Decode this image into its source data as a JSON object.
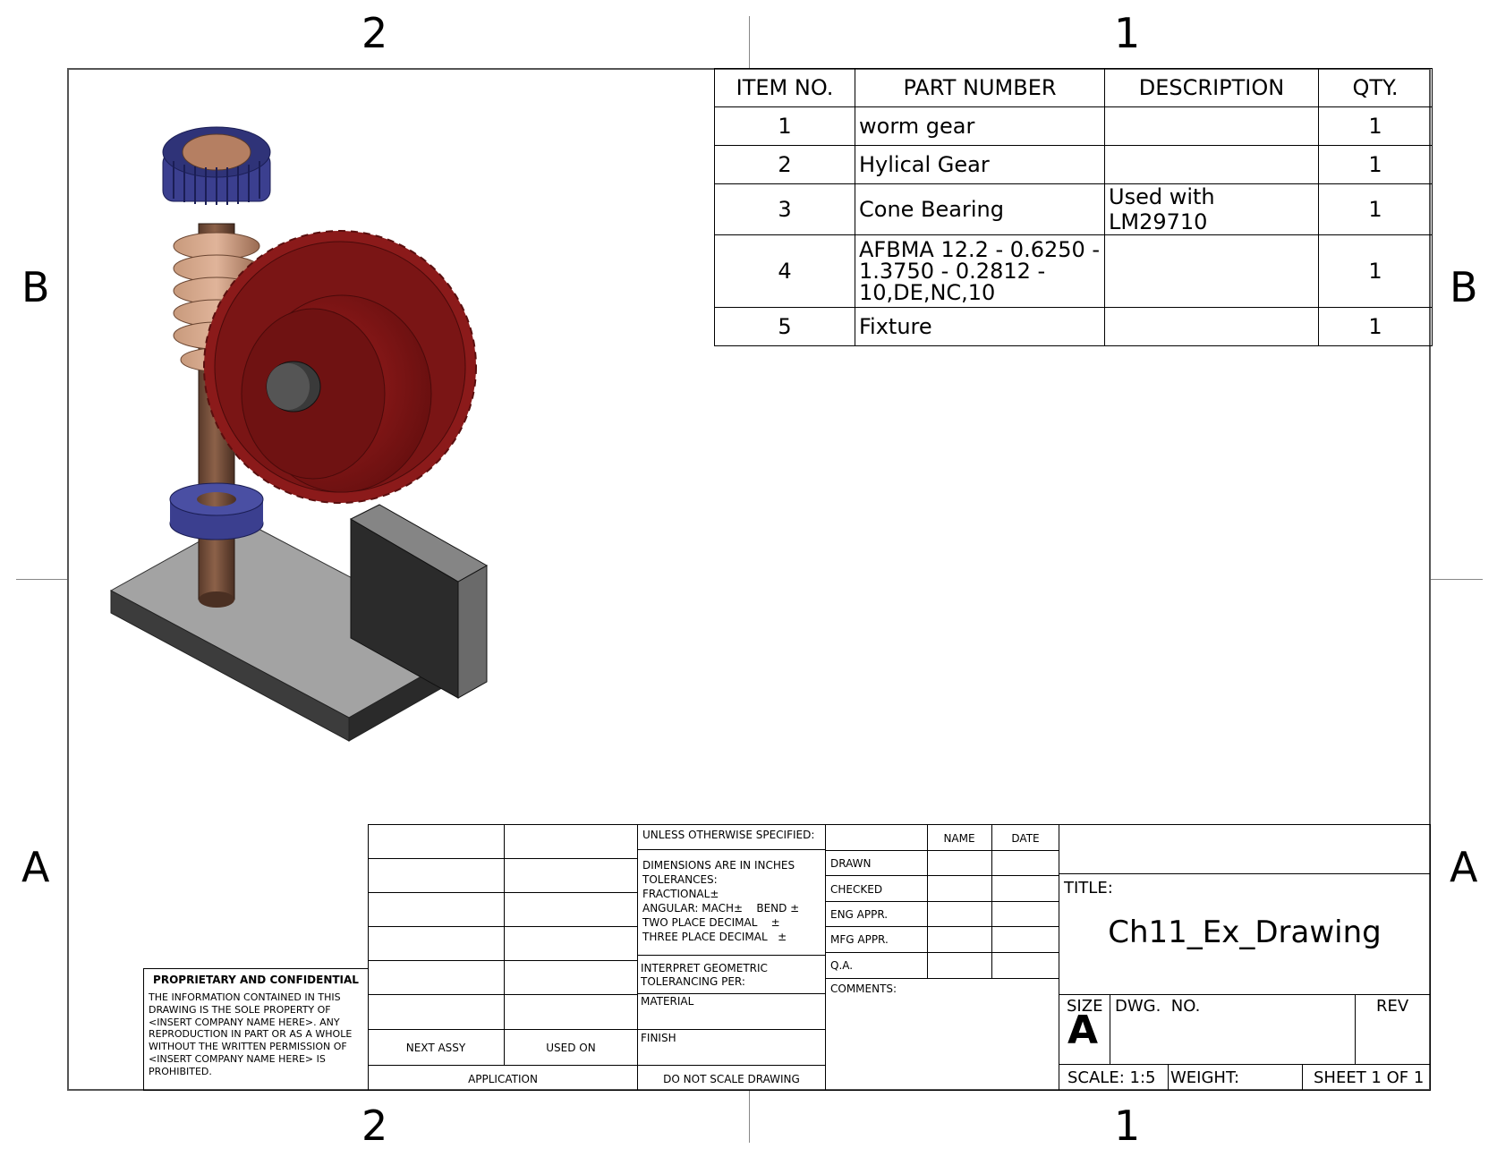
{
  "zones": {
    "top_left": "2",
    "top_right": "1",
    "bottom_left": "2",
    "bottom_right": "1",
    "left_b": "B",
    "left_a": "A",
    "right_b": "B",
    "right_a": "A"
  },
  "bom": {
    "headers": [
      "ITEM NO.",
      "PART NUMBER",
      "DESCRIPTION",
      "QTY."
    ],
    "rows": [
      [
        "1",
        "worm gear",
        "",
        "1"
      ],
      [
        "2",
        "Hylical Gear",
        "",
        "1"
      ],
      [
        "3",
        "Cone Bearing",
        "Used with LM29710",
        "1"
      ],
      [
        "4",
        "AFBMA 12.2 - 0.6250 - 1.3750 - 0.2812 - 10,DE,NC,10",
        "",
        "1"
      ],
      [
        "5",
        "Fixture",
        "",
        "1"
      ]
    ]
  },
  "proprietary": {
    "heading": "PROPRIETARY AND CONFIDENTIAL",
    "body": "THE INFORMATION CONTAINED IN THIS DRAWING IS THE SOLE PROPERTY OF <INSERT COMPANY NAME HERE>. ANY REPRODUCTION IN PART OR AS A WHOLE WITHOUT THE WRITTEN PERMISSION OF <INSERT COMPANY NAME HERE> IS PROHIBITED."
  },
  "usage": {
    "next_assy": "NEXT ASSY",
    "used_on": "USED ON",
    "application": "APPLICATION"
  },
  "spec": {
    "unless": "UNLESS OTHERWISE SPECIFIED:",
    "dims": "DIMENSIONS ARE IN INCHES",
    "tolerances": "TOLERANCES:",
    "fractional": "FRACTIONAL±",
    "angular": "ANGULAR: MACH±    BEND ±",
    "two_place": "TWO PLACE DECIMAL    ±",
    "three_place": "THREE PLACE DECIMAL   ±",
    "interpret": "INTERPRET GEOMETRIC",
    "tolerancing": "TOLERANCING PER:",
    "material": "MATERIAL",
    "finish": "FINISH",
    "do_not_scale": "DO NOT SCALE DRAWING"
  },
  "approvals": {
    "name_hdr": "NAME",
    "date_hdr": "DATE",
    "rows": [
      "DRAWN",
      "CHECKED",
      "ENG APPR.",
      "MFG APPR.",
      "Q.A."
    ],
    "comments": "COMMENTS:"
  },
  "titleblock": {
    "title_label": "TITLE:",
    "title": "Ch11_Ex_Drawing",
    "size_label": "SIZE",
    "size": "A",
    "dwg_no_label": "DWG.  NO.",
    "rev_label": "REV",
    "scale": "SCALE: 1:5",
    "weight": "WEIGHT:",
    "sheet": "SHEET 1 OF 1"
  },
  "colors": {
    "gear": "#8b1a1a",
    "worm": "#b57f62",
    "bearing": "#3b3f8f",
    "base": "#9b9b9b"
  }
}
